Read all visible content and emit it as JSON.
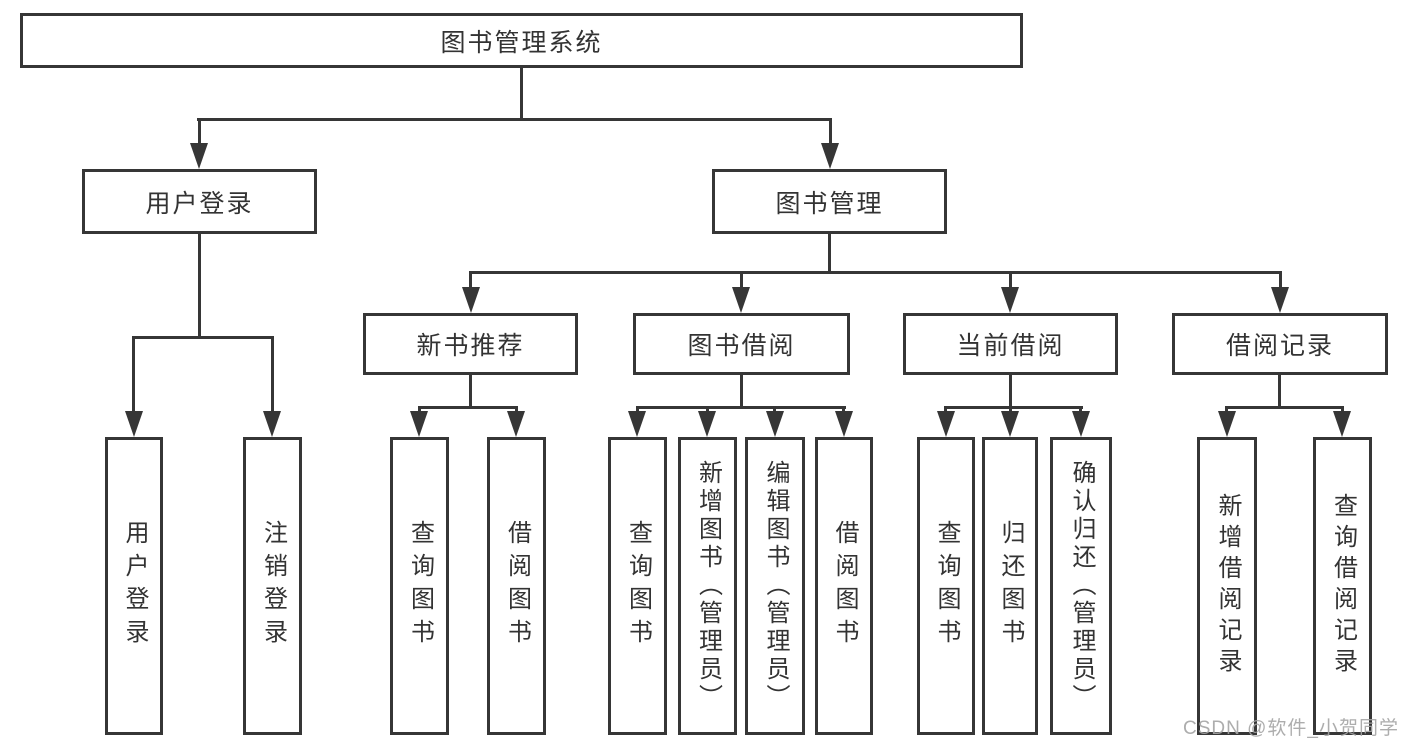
{
  "diagram_type": "hierarchy-tree",
  "tree": {
    "label": "图书管理系统",
    "children": [
      {
        "label": "用户登录",
        "children": [
          {
            "label": "用户登录"
          },
          {
            "label": "注销登录"
          }
        ]
      },
      {
        "label": "图书管理",
        "children": [
          {
            "label": "新书推荐",
            "children": [
              {
                "label": "查询图书"
              },
              {
                "label": "借阅图书"
              }
            ]
          },
          {
            "label": "图书借阅",
            "children": [
              {
                "label": "查询图书"
              },
              {
                "label": "新增图书（管理员）"
              },
              {
                "label": "编辑图书（管理员）"
              },
              {
                "label": "借阅图书"
              }
            ]
          },
          {
            "label": "当前借阅",
            "children": [
              {
                "label": "查询图书"
              },
              {
                "label": "归还图书"
              },
              {
                "label": "确认归还（管理员）"
              }
            ]
          },
          {
            "label": "借阅记录",
            "children": [
              {
                "label": "新增借阅记录"
              },
              {
                "label": "查询借阅记录"
              }
            ]
          }
        ]
      }
    ]
  },
  "watermark": "CSDN @软件_小贺同学",
  "colors": {
    "line": "#363636",
    "text": "#333333",
    "box_fill": "#ffffff",
    "watermark": "#a4a4a4",
    "background": "#ffffff"
  }
}
